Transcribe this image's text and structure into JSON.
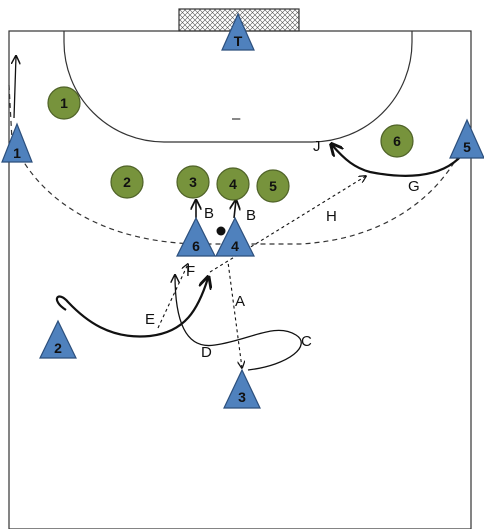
{
  "court": {
    "line_color": "#333333",
    "goal_net_color": "#cccccc",
    "center_dash": "–"
  },
  "colors": {
    "attacker_fill": "#4f81bd",
    "attacker_stroke": "#2c4f7c",
    "defender_fill": "#77933c",
    "defender_stroke": "#4f6228"
  },
  "goalkeeper": {
    "label": "T"
  },
  "attackers": [
    {
      "id": "1",
      "label": "1"
    },
    {
      "id": "2",
      "label": "2"
    },
    {
      "id": "3",
      "label": "3"
    },
    {
      "id": "4",
      "label": "4"
    },
    {
      "id": "5",
      "label": "5"
    },
    {
      "id": "6",
      "label": "6"
    }
  ],
  "defenders": [
    {
      "id": "1",
      "label": "1"
    },
    {
      "id": "2",
      "label": "2"
    },
    {
      "id": "3",
      "label": "3"
    },
    {
      "id": "4",
      "label": "4"
    },
    {
      "id": "5",
      "label": "5"
    },
    {
      "id": "6",
      "label": "6"
    }
  ],
  "action_labels": {
    "A": "A",
    "B_left": "B",
    "B_right": "B",
    "C": "C",
    "D": "D",
    "E": "E",
    "F": "F",
    "G": "G",
    "H": "H",
    "J": "J"
  }
}
